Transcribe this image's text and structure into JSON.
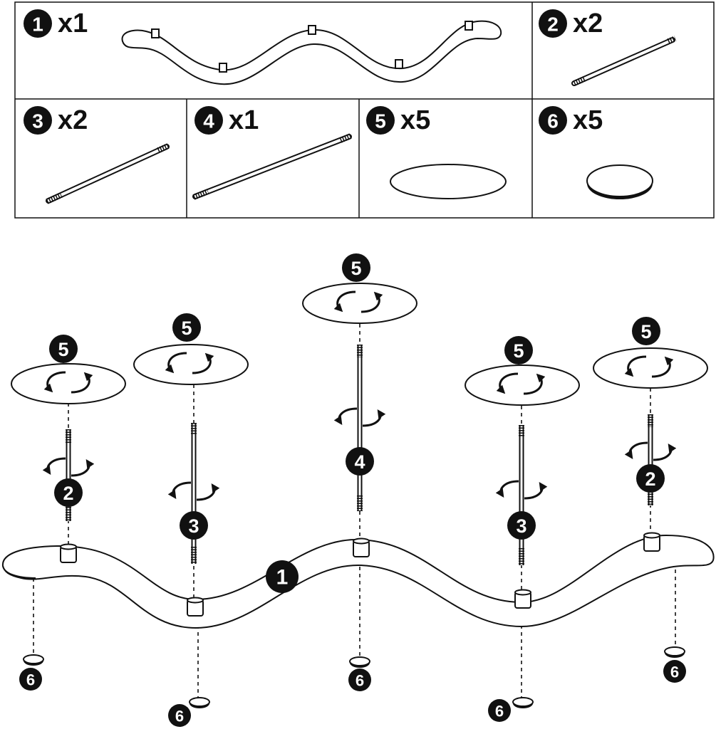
{
  "parts": [
    {
      "id": "1",
      "qty": "x1"
    },
    {
      "id": "2",
      "qty": "x2"
    },
    {
      "id": "3",
      "qty": "x2"
    },
    {
      "id": "4",
      "qty": "x1"
    },
    {
      "id": "5",
      "qty": "x5"
    },
    {
      "id": "6",
      "qty": "x5"
    }
  ],
  "assembly": {
    "plates": [
      "5",
      "5",
      "5",
      "5",
      "5"
    ],
    "rods": [
      "2",
      "3",
      "4",
      "3",
      "2"
    ],
    "base": "1",
    "feet": [
      "6",
      "6",
      "6",
      "6",
      "6"
    ]
  },
  "colors": {
    "line": "#111111",
    "fill": "#ffffff"
  }
}
